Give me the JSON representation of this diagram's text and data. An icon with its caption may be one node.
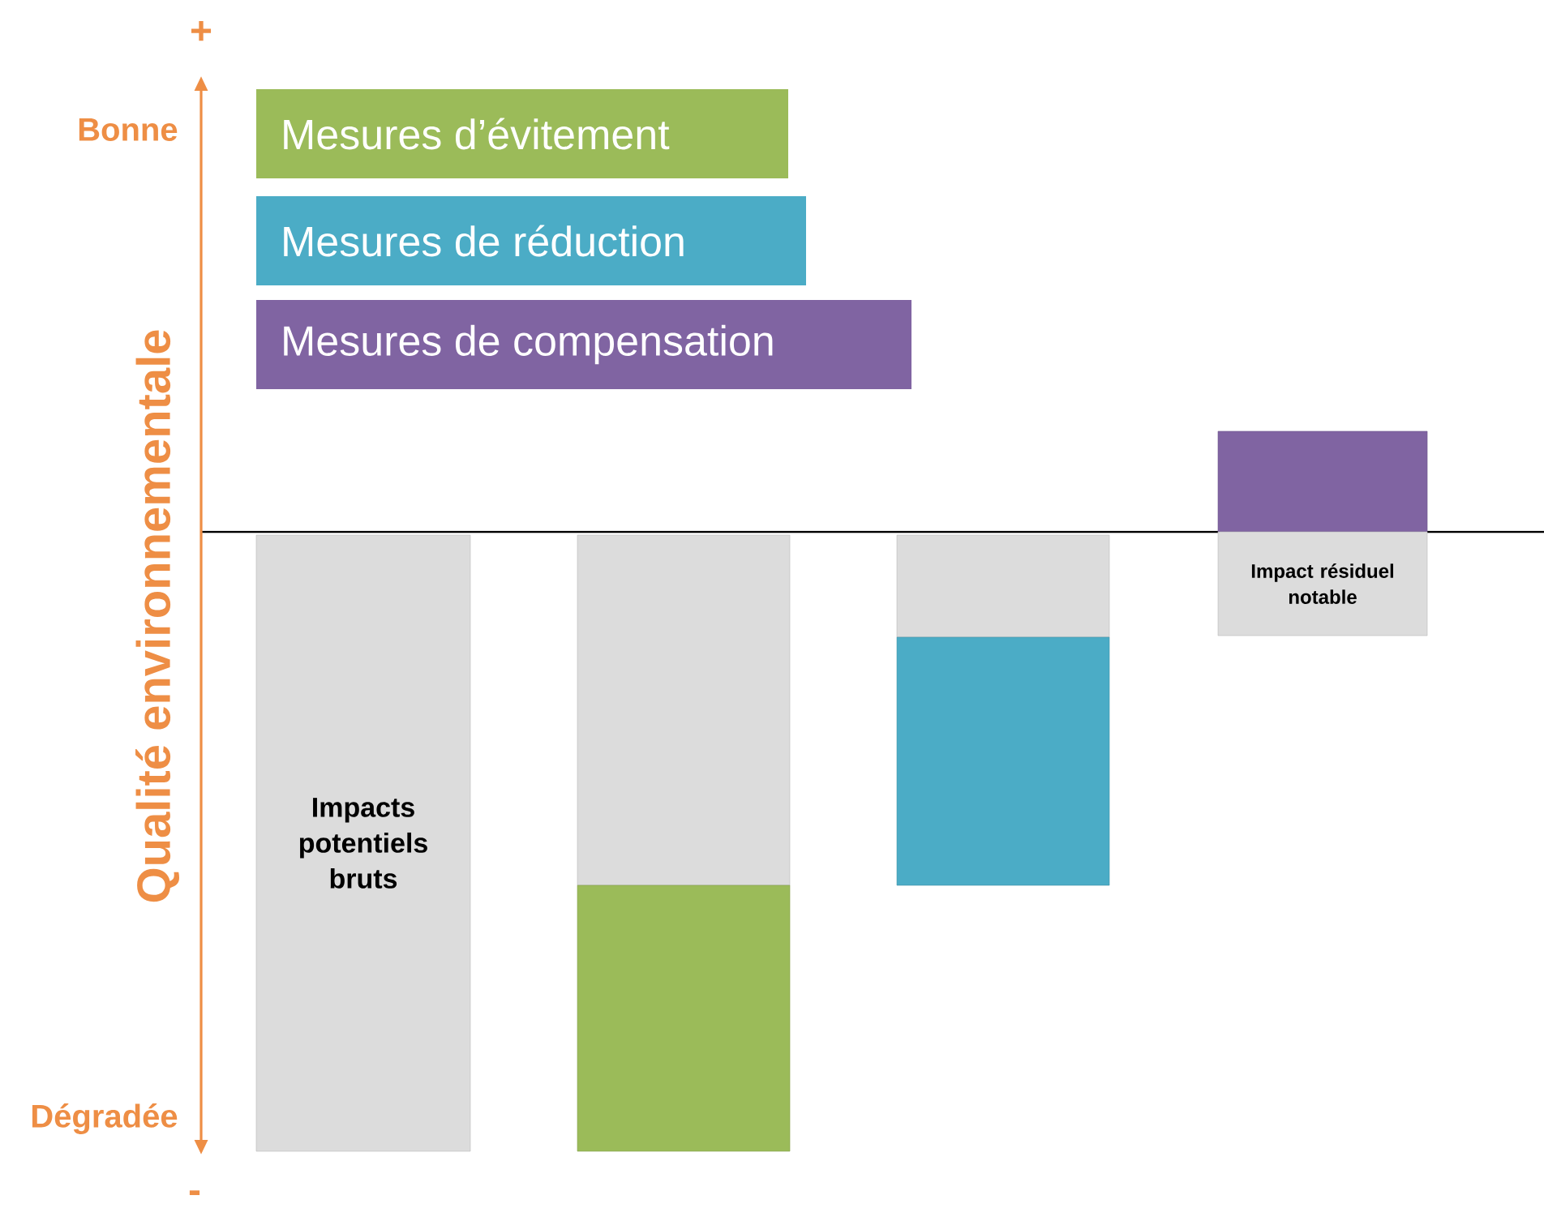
{
  "diagram": {
    "nodes": [
      {
        "text": [
          "Mesures d’évitement"
        ]
      },
      {
        "text": [
          "Mesures de réduction"
        ]
      },
      {
        "text": [
          "Mesures de compensation"
        ]
      },
      {
        "text": [
          "Impacts potentiels bruts"
        ]
      },
      {
        "text": [],
        "shape": "bar"
      },
      {
        "text": [],
        "shape": "bar"
      },
      {
        "text": [],
        "shape": "bar"
      },
      {
        "text": [],
        "shape": "bar"
      },
      {
        "text": [],
        "shape": "bar"
      },
      {
        "text": [
          "Impact résiduel notable"
        ]
      }
    ],
    "labels": [
      "+",
      "Bonne",
      "Qualité environnementale",
      "Dégradée",
      "-"
    ]
  }
}
